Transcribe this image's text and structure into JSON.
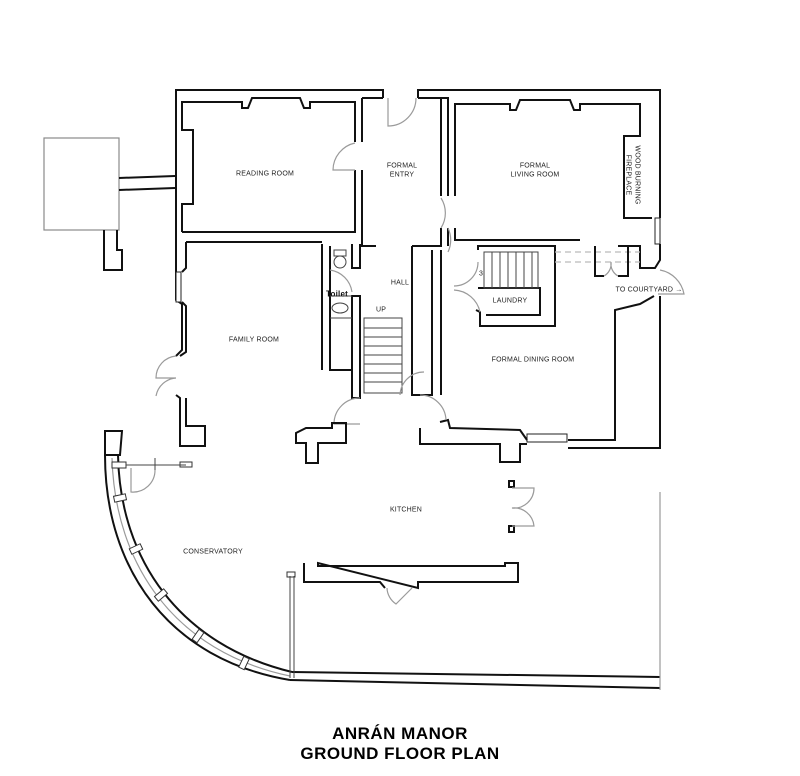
{
  "plan": {
    "title_line1": "ANRÁN MANOR",
    "title_line2": "GROUND FLOOR PLAN",
    "rooms": {
      "reading_room": "READING ROOM",
      "formal_entry_l1": "FORMAL",
      "formal_entry_l2": "ENTRY",
      "formal_living_l1": "FORMAL",
      "formal_living_l2": "LIVING ROOM",
      "fireplace_l1": "WOOD BURNING",
      "fireplace_l2": "FIREPLACE",
      "hall": "HALL",
      "toilet": "Toilet",
      "up": "UP",
      "laundry": "LAUNDRY",
      "to_courtyard": "TO COURTYARD →",
      "family_room": "FAMILY ROOM",
      "formal_dining": "FORMAL DINING ROOM",
      "kitchen": "KITCHEN",
      "conservatory": "CONSERVATORY",
      "stair_steps_marker": "3"
    },
    "colors": {
      "wall": "#111111",
      "background": "#ffffff",
      "secondary_line": "#9a9a9a"
    }
  }
}
